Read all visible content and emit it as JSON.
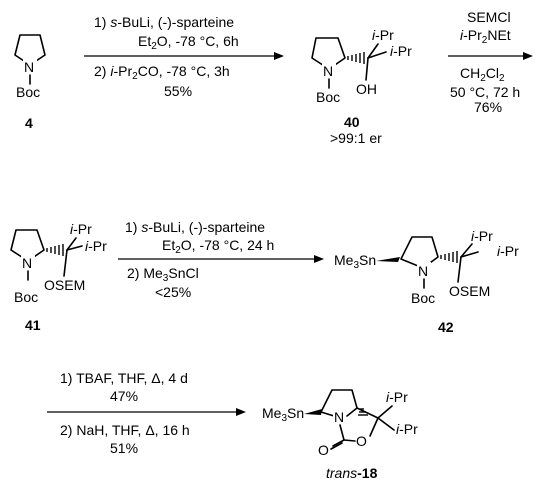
{
  "compounds": {
    "c4": "4",
    "c40": "40",
    "c40_er": ">99:1 er",
    "c41": "41",
    "c42": "42",
    "c18_italic": "trans",
    "c18_num": "-18"
  },
  "atoms": {
    "N": "N",
    "Boc": "Boc",
    "OH": "OH",
    "OSEM": "OSEM",
    "O": "O",
    "iPr": "i-Pr",
    "Me3Sn_pre": "Me",
    "Me3Sn_sub": "3",
    "Me3Sn_post": "Sn"
  },
  "steps": {
    "s1": {
      "l1": "1) s-BuLi, (-)-sparteine",
      "l2_pre": "Et",
      "l2_sub": "2",
      "l2_post": "O, -78 °C, 6h",
      "l3": "2) i-Pr₂CO, -78 °C, 3h",
      "l4": "55%"
    },
    "s2": {
      "l1": "SEMCl",
      "l2": "i-Pr₂NEt",
      "l3": "CH₂Cl₂",
      "l4": "50 °C, 72 h",
      "l5": "76%"
    },
    "s3": {
      "l1": "1) s-BuLi, (-)-sparteine",
      "l2": "Et₂O, -78 °C, 24 h",
      "l3": "2) Me₃SnCl",
      "l4": "<25%"
    },
    "s4": {
      "l1": "1) TBAF, THF, Δ, 4 d",
      "l2": "47%",
      "l3": "2) NaH, THF, Δ, 16 h",
      "l4": "51%"
    }
  }
}
